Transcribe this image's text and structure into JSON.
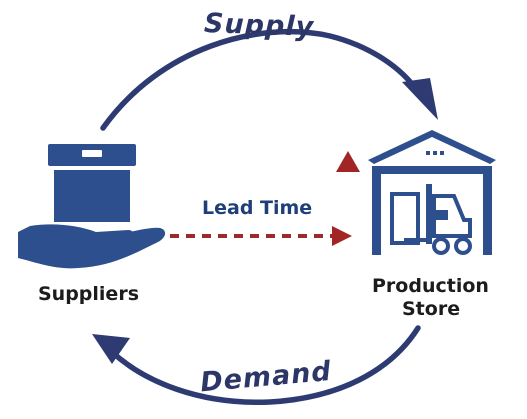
{
  "diagram": {
    "top_arc_label": "Supply",
    "bottom_arc_label": "Demand",
    "flow_label": "Lead Time",
    "left_node_label": "Suppliers",
    "right_node_label_line1": "Production",
    "right_node_label_line2": "Store"
  },
  "colors": {
    "cycle_arrows": "#2e3a72",
    "icons": "#2d4f8d",
    "lead_time_arrow": "#9c2a2a",
    "indicator": "#a32424"
  },
  "icons": {
    "left": "box-on-hand-icon",
    "right": "warehouse-forklift-icon",
    "indicator": "triangle-up-icon"
  }
}
